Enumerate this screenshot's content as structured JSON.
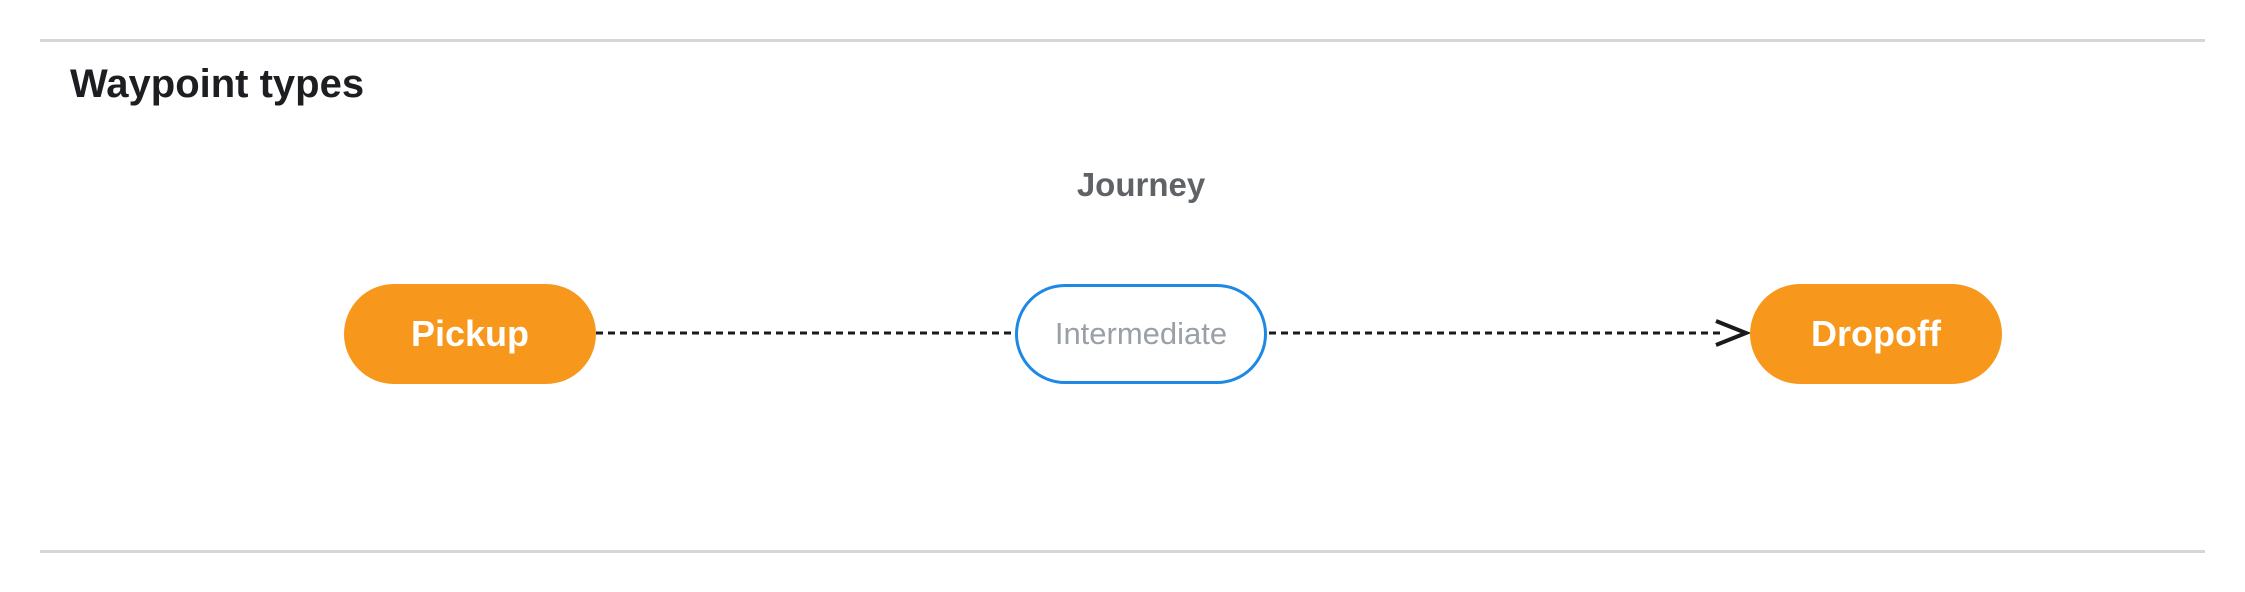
{
  "page": {
    "title": "Waypoint types"
  },
  "diagram": {
    "label": "Journey",
    "nodes": [
      {
        "id": "pickup",
        "label": "Pickup",
        "style": "filled-orange"
      },
      {
        "id": "intermediate",
        "label": "Intermediate",
        "style": "outlined-blue"
      },
      {
        "id": "dropoff",
        "label": "Dropoff",
        "style": "filled-orange"
      }
    ],
    "connector": {
      "type": "dashed-arrow",
      "direction": "left-to-right",
      "from": "Pickup",
      "through": "Intermediate",
      "to": "Dropoff"
    },
    "colors": {
      "node_fill_orange": "#F7981D",
      "node_text_on_orange": "#FFFFFF",
      "intermediate_border_blue": "#1E88E5",
      "intermediate_text_gray": "#9AA0A6",
      "journey_label_gray": "#5F6368",
      "title_text": "#1C1E21",
      "connector_black": "#1A1A1A",
      "divider_gray": "#D6D6D6"
    }
  }
}
